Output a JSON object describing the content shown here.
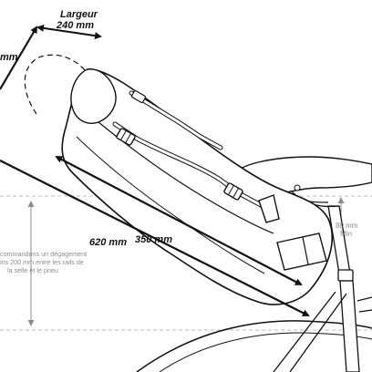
{
  "width_label": "Largeur",
  "width_value": "240 mm",
  "length_cut": "mm",
  "length_620": "620 mm",
  "length_350": "350 mm",
  "clearance_value": "80 mm",
  "clearance_min": "Min",
  "note_lines": [
    "commandons un dégagement",
    "ins 200 mm entre les rails de",
    "la selle et le pneu"
  ],
  "colors": {
    "line": "#111111",
    "dashed": "#bfbfbf",
    "note": "#8c8c8c"
  }
}
